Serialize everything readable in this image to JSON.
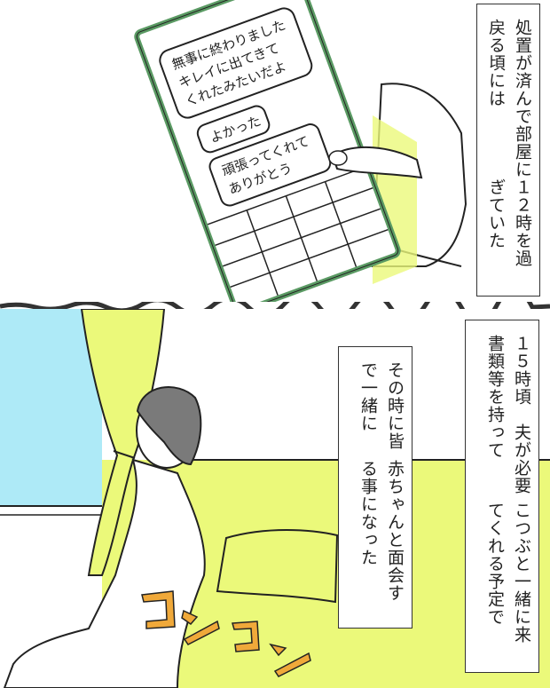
{
  "panels": [
    {
      "id": "top",
      "caption": {
        "lines": [
          "処置が済んで部屋に戻る頃には",
          "１２時を過ぎていた"
        ]
      },
      "phone": {
        "messages": [
          {
            "side": "received",
            "lines": [
              "無事に終わりました",
              "キレイに出てきて",
              "くれたみたいだよ"
            ]
          },
          {
            "side": "sent",
            "lines": [
              "よかった"
            ]
          },
          {
            "side": "sent",
            "lines": [
              "頑張ってくれて",
              "ありがとう"
            ]
          }
        ],
        "frame_color": "#5a9a63"
      }
    },
    {
      "id": "bottom",
      "caption_right": {
        "lines": [
          "１５時頃　夫が必要書類等を持って",
          "こつぶと一緒に来てくれる予定で"
        ]
      },
      "caption_left": {
        "lines": [
          "その時に皆で一緒に",
          "赤ちゃんと面会する事になった"
        ]
      },
      "sound_effect": "コンコン"
    }
  ],
  "colors": {
    "yellow": "#ebf97a",
    "sky": "#aeeaf7",
    "hair": "#7a7a7a",
    "sfx": "#f0a93a",
    "line": "#222222"
  }
}
